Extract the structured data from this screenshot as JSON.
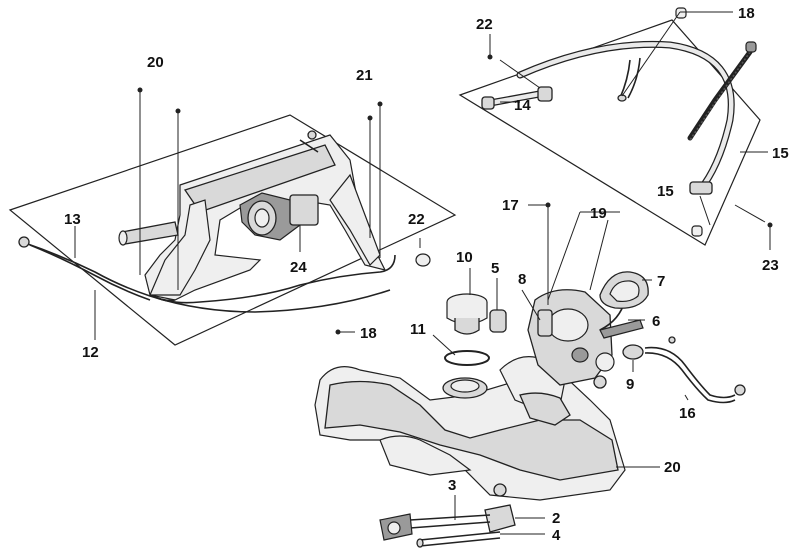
{
  "callouts": [
    {
      "id": "c2",
      "label": "2"
    },
    {
      "id": "c3",
      "label": "3"
    },
    {
      "id": "c4",
      "label": "4"
    },
    {
      "id": "c5",
      "label": "5"
    },
    {
      "id": "c6",
      "label": "6"
    },
    {
      "id": "c7",
      "label": "7"
    },
    {
      "id": "c8",
      "label": "8"
    },
    {
      "id": "c9",
      "label": "9"
    },
    {
      "id": "c10",
      "label": "10"
    },
    {
      "id": "c11",
      "label": "11"
    },
    {
      "id": "c12",
      "label": "12"
    },
    {
      "id": "c13",
      "label": "13"
    },
    {
      "id": "c14",
      "label": "14"
    },
    {
      "id": "c15a",
      "label": "15"
    },
    {
      "id": "c15b",
      "label": "15"
    },
    {
      "id": "c16",
      "label": "16"
    },
    {
      "id": "c17",
      "label": "17"
    },
    {
      "id": "c18a",
      "label": "18"
    },
    {
      "id": "c18b",
      "label": "18"
    },
    {
      "id": "c19",
      "label": "19"
    },
    {
      "id": "c20a",
      "label": "20"
    },
    {
      "id": "c20b",
      "label": "20"
    },
    {
      "id": "c21",
      "label": "21"
    },
    {
      "id": "c22a",
      "label": "22"
    },
    {
      "id": "c22b",
      "label": "22"
    },
    {
      "id": "c23",
      "label": "23"
    },
    {
      "id": "c24",
      "label": "24"
    }
  ],
  "colors": {
    "line": "#222222",
    "fill": "#d9d9d9",
    "background": "#ffffff"
  }
}
